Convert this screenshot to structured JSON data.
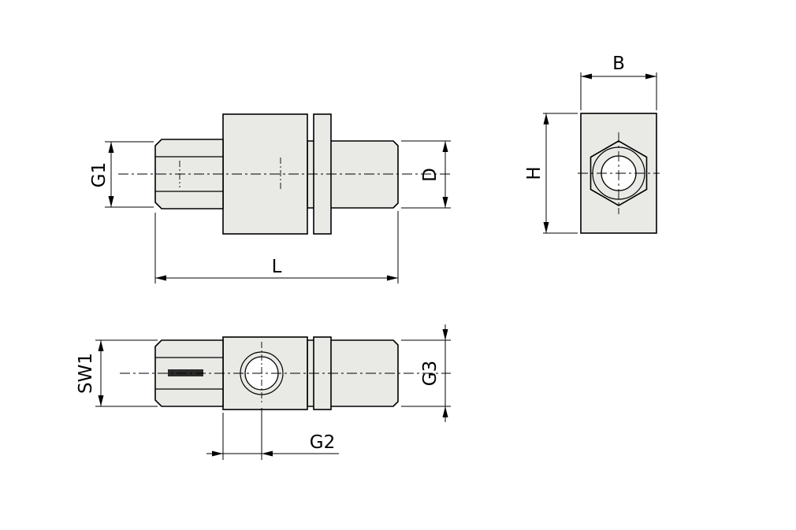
{
  "drawing": {
    "labels": {
      "g1": "G1",
      "d": "D",
      "l": "L",
      "b": "B",
      "h": "H",
      "sw1": "SW1",
      "g3": "G3",
      "g2": "G2"
    },
    "colors": {
      "background": "#ffffff",
      "part_fill": "#e9e9e6",
      "line": "#000000"
    }
  }
}
